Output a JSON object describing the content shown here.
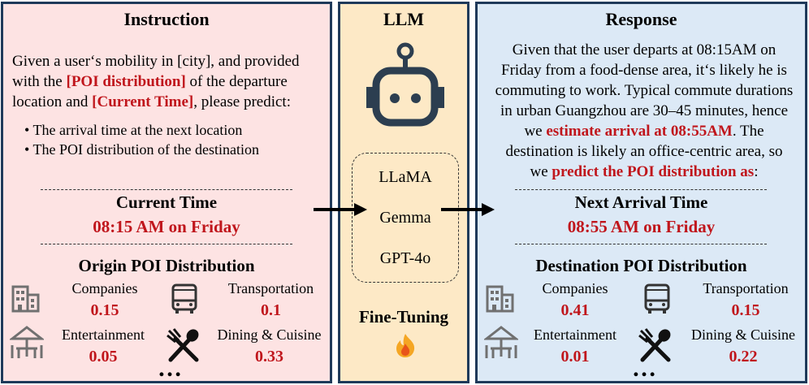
{
  "instruction": {
    "title": "Instruction",
    "line1": "Given a user‘s mobility in [city], and provided",
    "line2_pre": "with the ",
    "line2_red": "[POI distribution]",
    "line2_post": " of the departure",
    "line3_pre": "location and ",
    "line3_red": "[Current Time]",
    "line3_post": ", please predict:",
    "bullets": [
      "• The arrival time at the next location",
      "• The POI distribution of the destination"
    ],
    "time_heading": "Current Time",
    "time_value": "08:15 AM on Friday",
    "poi_heading": "Origin POI Distribution",
    "poi": [
      {
        "label": "Companies",
        "value": "0.15",
        "icon": "building-icon"
      },
      {
        "label": "Transportation",
        "value": "0.1",
        "icon": "bus-icon"
      },
      {
        "label": "Entertainment",
        "value": "0.05",
        "icon": "umbrella-table-icon"
      },
      {
        "label": "Dining & Cuisine",
        "value": "0.33",
        "icon": "utensils-icon"
      }
    ],
    "ellipsis": "…"
  },
  "llm": {
    "title": "LLM",
    "models": [
      "LLaMA",
      "Gemma",
      "GPT-4o"
    ],
    "finetune": "Fine-Tuning",
    "icons": [
      "robot-icon",
      "flame-icon"
    ]
  },
  "response": {
    "title": "Response",
    "lines": [
      "Given that the user departs at 08:15AM on",
      "Friday from a food-dense area, it‘s likely he is",
      "commuting to work. Typical commute durations",
      "in urban Guangzhou are 30–45 minutes, hence"
    ],
    "line5_pre": "we ",
    "line5_red": "estimate arrival at 08:55AM",
    "line5_post": ". The",
    "line6": "destination is likely an office-centric area, so",
    "line7_pre": "we ",
    "line7_red": "predict the POI distribution as",
    "line7_post": ":",
    "time_heading": "Next Arrival Time",
    "time_value": "08:55 AM on Friday",
    "poi_heading": "Destination POI  Distribution",
    "poi": [
      {
        "label": "Companies",
        "value": "0.41",
        "icon": "building-icon"
      },
      {
        "label": "Transportation",
        "value": "0.15",
        "icon": "bus-icon"
      },
      {
        "label": "Entertainment",
        "value": "0.01",
        "icon": "umbrella-table-icon"
      },
      {
        "label": "Dining & Cuisine",
        "value": "0.22",
        "icon": "utensils-icon"
      }
    ],
    "ellipsis": "…"
  },
  "colors": {
    "accent_red": "#c0161c",
    "border": "#1f3a5a",
    "instruction_bg": "#fde3e3",
    "llm_bg": "#fde9c6",
    "response_bg": "#dce9f6",
    "icon_gray": "#707070"
  }
}
